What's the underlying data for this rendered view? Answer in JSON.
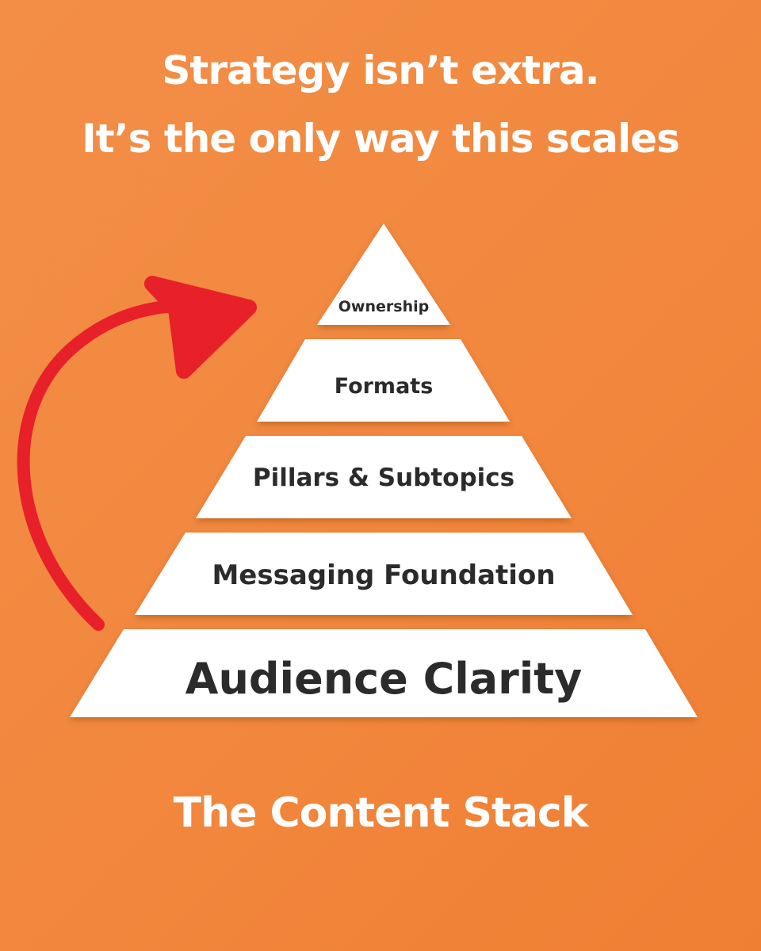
{
  "headline": {
    "line1": "Strategy isn’t extra.",
    "line2": "It’s the only way this scales"
  },
  "pyramid": {
    "tiers": [
      {
        "label": "Ownership"
      },
      {
        "label": "Formats"
      },
      {
        "label": "Pillars & Subtopics"
      },
      {
        "label": "Messaging Foundation"
      },
      {
        "label": "Audience Clarity"
      }
    ]
  },
  "footer": {
    "title": "The Content Stack"
  },
  "colors": {
    "background": "#f2873d",
    "tier_fill": "#ffffff",
    "tier_text": "#2b2b2b",
    "arrow": "#e8202a",
    "headline_text": "#ffffff"
  },
  "icons": {
    "arrow": "curved-arrow-icon"
  }
}
